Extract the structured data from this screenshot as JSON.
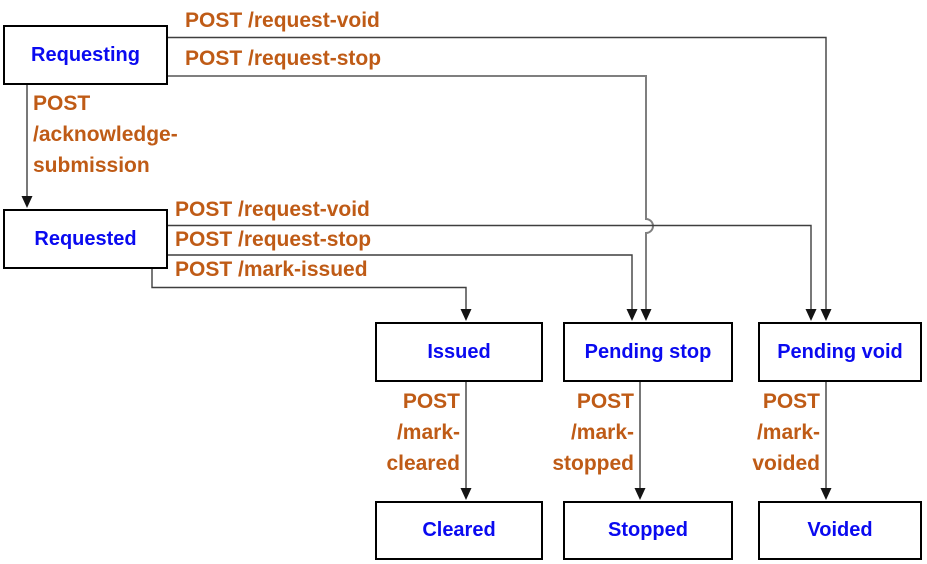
{
  "colors": {
    "state_label": "#0a0af0",
    "endpoint_label": "#bf5b16",
    "box_border": "#000000",
    "connector_dark": "#3f3f3f",
    "connector_gray": "#7f7f7f",
    "background": "#ffffff"
  },
  "nodes": {
    "requesting": {
      "label": "Requesting"
    },
    "requested": {
      "label": "Requested"
    },
    "issued": {
      "label": "Issued"
    },
    "pending_stop": {
      "label": "Pending stop"
    },
    "pending_void": {
      "label": "Pending void"
    },
    "cleared": {
      "label": "Cleared"
    },
    "stopped": {
      "label": "Stopped"
    },
    "voided": {
      "label": "Voided"
    }
  },
  "edges": {
    "requesting_to_pending_void": {
      "label": "POST /request-void"
    },
    "requesting_to_pending_stop": {
      "label": "POST /request-stop"
    },
    "requesting_to_requested": {
      "lines": [
        "POST",
        "/acknowledge-",
        "submission"
      ]
    },
    "requested_to_pending_void": {
      "label": "POST /request-void"
    },
    "requested_to_pending_stop": {
      "label": "POST /request-stop"
    },
    "requested_to_issued": {
      "label": "POST /mark-issued"
    },
    "issued_to_cleared": {
      "lines": [
        "POST",
        "/mark-",
        "cleared"
      ]
    },
    "pending_stop_to_stopped": {
      "lines": [
        "POST",
        "/mark-",
        "stopped"
      ]
    },
    "pending_void_to_voided": {
      "lines": [
        "POST",
        "/mark-",
        "voided"
      ]
    }
  }
}
